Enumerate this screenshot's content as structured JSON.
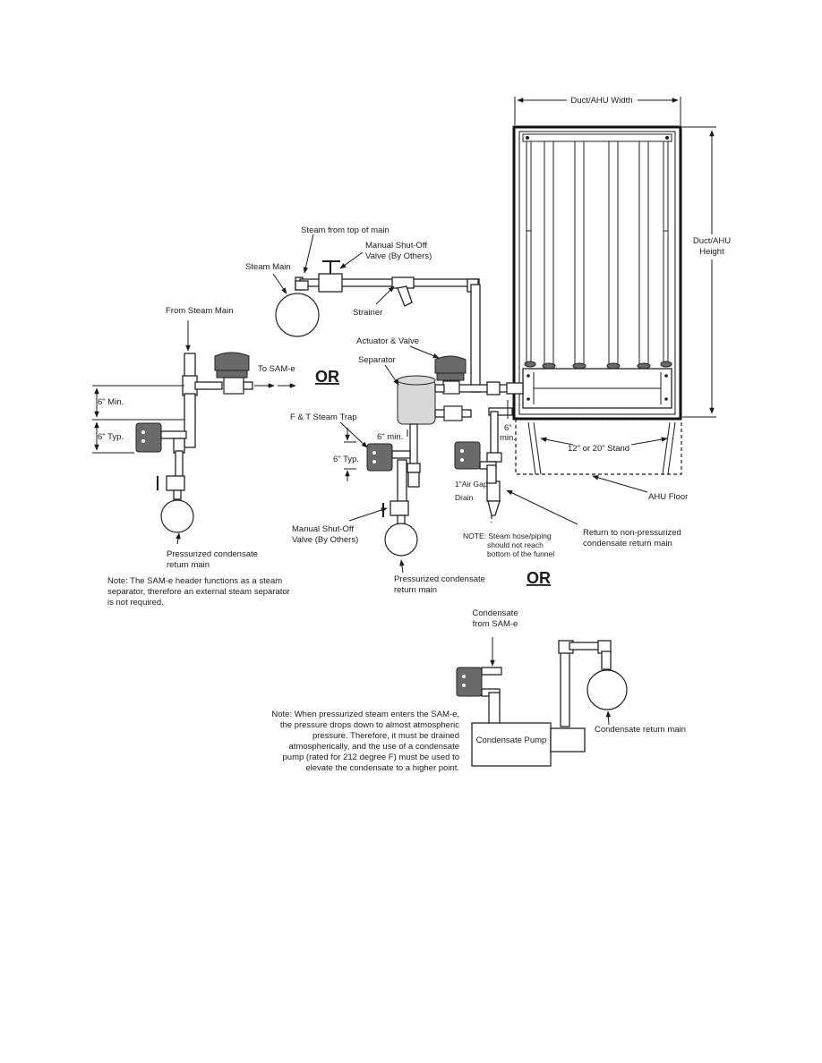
{
  "labels": {
    "duct_width": "Duct/AHU Width",
    "duct_height_1": "Duct/AHU",
    "duct_height_2": "Height",
    "steam_from_top": "Steam from top of main",
    "manual_valve_top_1": "Manual Shut-Off",
    "manual_valve_top_2": "Valve (By Others)",
    "steam_main": "Steam Main",
    "strainer": "Strainer",
    "from_steam_main": "From Steam Main",
    "to_sam_e": "To SAM-e",
    "or_1": "OR",
    "actuator_valve": "Actuator & Valve",
    "separator": "Separator",
    "six_min_left": "6\" Min.",
    "six_typ_left": "6\" Typ.",
    "ft_trap": "F & T Steam Trap",
    "six_min_mid": "6\" min.",
    "six_typ_mid": "6\" Typ.",
    "six_min_right_1": "6\"",
    "six_min_right_2": "min.",
    "stand": "12\" or 20\" Stand",
    "ahu_floor": "AHU Floor",
    "air_gap": "1\"Air Gap",
    "drain": "Drain",
    "pressurized_left_1": "Pressurized condensate",
    "pressurized_left_2": "return main",
    "manual_valve_bottom_1": "Manual Shut-Off",
    "manual_valve_bottom_2": "Valve (By Others)",
    "pressurized_mid_1": "Pressurized condensate",
    "pressurized_mid_2": "return main",
    "note_hose_1": "NOTE: Steam hose/piping",
    "note_hose_2": "should not reach",
    "note_hose_3": "bottom of the funnel",
    "return_nonpress_1": "Return to non-pressurized",
    "return_nonpress_2": "condensate return main",
    "note_header_1": "Note: The SAM-e header functions as a steam",
    "note_header_2": "separator, therefore an external steam separator",
    "note_header_3": "is not required.",
    "or_2": "OR",
    "condensate_from_1": "Condensate",
    "condensate_from_2": "from SAM-e",
    "note_pump_1": "Note: When pressurized steam enters the SAM-e,",
    "note_pump_2": "the pressure drops down to almost atmospheric",
    "note_pump_3": "pressure. Therefore, it must be drained",
    "note_pump_4": "atmospherically, and the use of a condensate",
    "note_pump_5": "pump (rated for 212 degree F) must be used to",
    "note_pump_6": "elevate the condensate to a higher point.",
    "condensate_pump": "Condensate Pump",
    "condensate_return_main": "Condensate return main"
  }
}
